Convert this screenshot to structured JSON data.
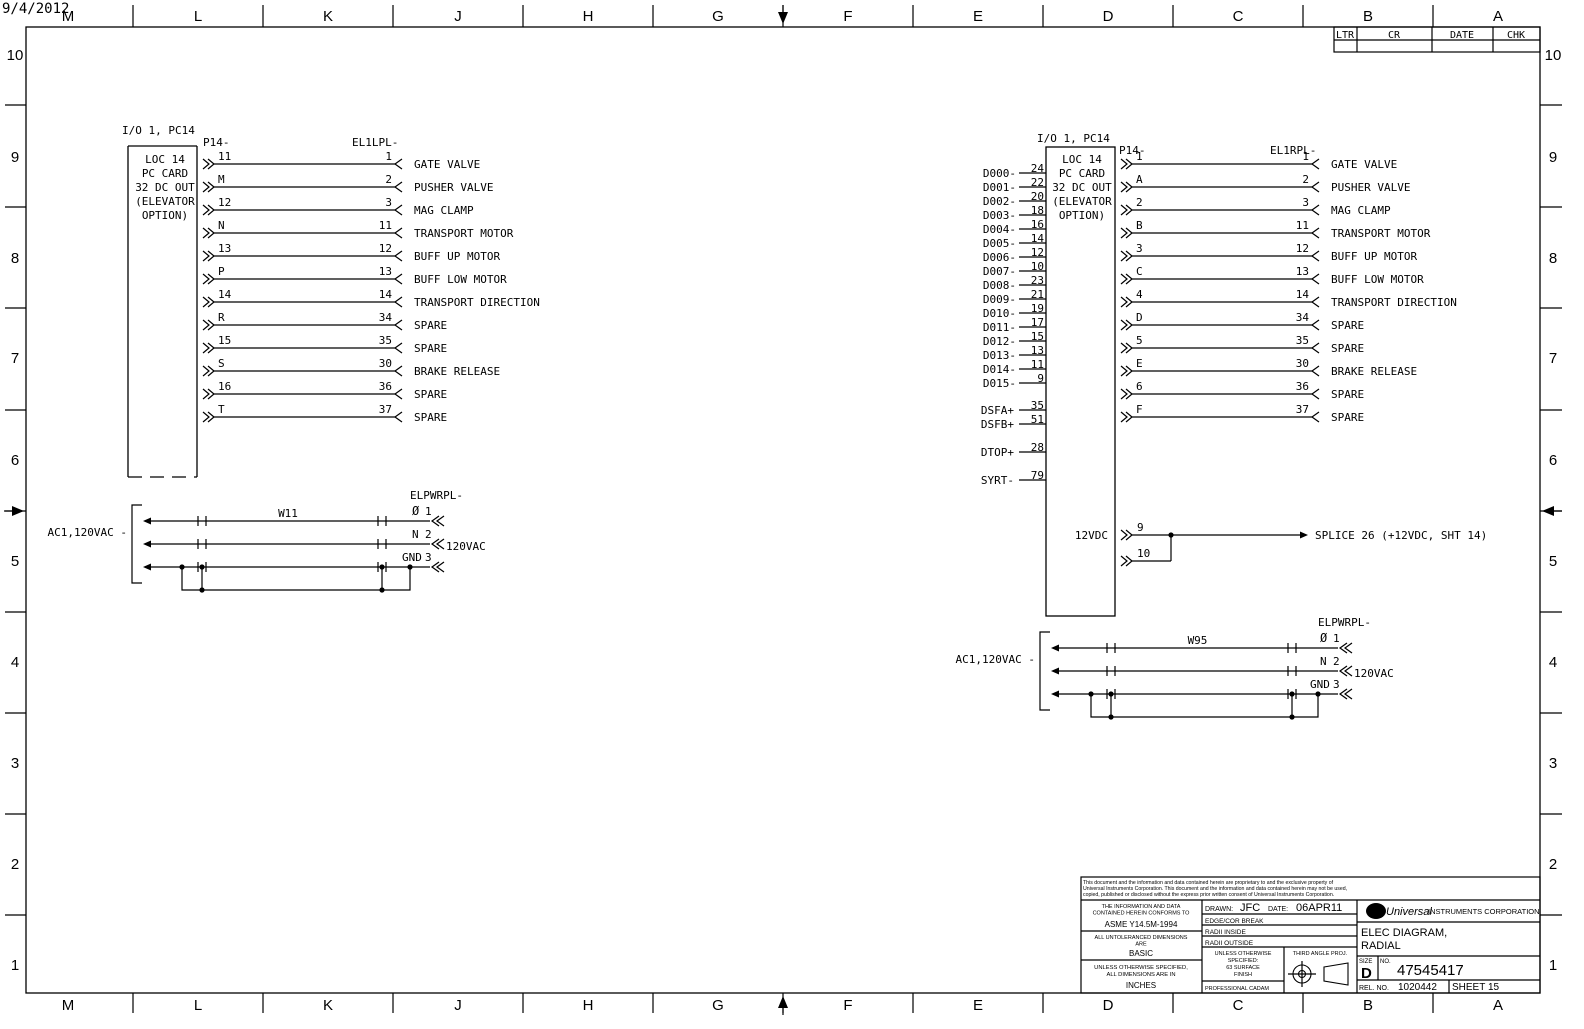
{
  "print_date": "9/4/2012",
  "columns": [
    "M",
    "L",
    "K",
    "J",
    "H",
    "G",
    "F",
    "E",
    "D",
    "C",
    "B",
    "A"
  ],
  "rows": [
    "10",
    "9",
    "8",
    "7",
    "6",
    "5",
    "4",
    "3",
    "2",
    "1"
  ],
  "revision_block": {
    "headers": [
      "LTR",
      "CR",
      "DATE",
      "CHK"
    ]
  },
  "left_block": {
    "card_title": "I/O 1, PC14",
    "card_text": [
      "LOC 14",
      "PC CARD",
      "32 DC OUT",
      "(ELEVATOR",
      "OPTION)"
    ],
    "connector_in": "P14-",
    "connector_out": "EL1LPL-",
    "pins": [
      {
        "in": "11",
        "out": "1",
        "label": "GATE VALVE"
      },
      {
        "in": "M",
        "out": "2",
        "label": "PUSHER VALVE"
      },
      {
        "in": "12",
        "out": "3",
        "label": "MAG CLAMP"
      },
      {
        "in": "N",
        "out": "11",
        "label": "TRANSPORT MOTOR"
      },
      {
        "in": "13",
        "out": "12",
        "label": "BUFF UP MOTOR"
      },
      {
        "in": "P",
        "out": "13",
        "label": "BUFF LOW MOTOR"
      },
      {
        "in": "14",
        "out": "14",
        "label": "TRANSPORT DIRECTION"
      },
      {
        "in": "R",
        "out": "34",
        "label": "SPARE"
      },
      {
        "in": "15",
        "out": "35",
        "label": "SPARE"
      },
      {
        "in": "S",
        "out": "30",
        "label": "BRAKE RELEASE"
      },
      {
        "in": "16",
        "out": "36",
        "label": "SPARE"
      },
      {
        "in": "T",
        "out": "37",
        "label": "SPARE"
      }
    ],
    "power": {
      "source": "AC1,120VAC",
      "cable": "W11",
      "connector": "ELPWRPL-",
      "phase_symbol": "Ø",
      "pin1": "1",
      "n_label": "N",
      "pin2": "2",
      "voltage": "120VAC",
      "gnd_label": "GND",
      "pin3": "3"
    }
  },
  "right_block": {
    "card_title": "I/O 1, PC14",
    "card_text": [
      "LOC 14",
      "PC CARD",
      "32 DC OUT",
      "(ELEVATOR",
      "OPTION)"
    ],
    "connector_in": "P14-",
    "connector_out": "EL1RPL-",
    "signals": [
      {
        "name": "D000-",
        "pin": "24"
      },
      {
        "name": "D001-",
        "pin": "22"
      },
      {
        "name": "D002-",
        "pin": "20"
      },
      {
        "name": "D003-",
        "pin": "18"
      },
      {
        "name": "D004-",
        "pin": "16"
      },
      {
        "name": "D005-",
        "pin": "14"
      },
      {
        "name": "D006-",
        "pin": "12"
      },
      {
        "name": "D007-",
        "pin": "10"
      },
      {
        "name": "D008-",
        "pin": "23"
      },
      {
        "name": "D009-",
        "pin": "21"
      },
      {
        "name": "D010-",
        "pin": "19"
      },
      {
        "name": "D011-",
        "pin": "17"
      },
      {
        "name": "D012-",
        "pin": "15"
      },
      {
        "name": "D013-",
        "pin": "13"
      },
      {
        "name": "D014-",
        "pin": "11"
      },
      {
        "name": "D015-",
        "pin": "9"
      }
    ],
    "extra_signals": [
      {
        "name": "DSFA+",
        "pin": "35"
      },
      {
        "name": "DSFB+",
        "pin": "51"
      },
      {
        "name": "DTOP+",
        "pin": "28"
      },
      {
        "name": "SYRT-",
        "pin": "79"
      }
    ],
    "pins": [
      {
        "in": "1",
        "out": "1",
        "label": "GATE VALVE"
      },
      {
        "in": "A",
        "out": "2",
        "label": "PUSHER VALVE"
      },
      {
        "in": "2",
        "out": "3",
        "label": "MAG CLAMP"
      },
      {
        "in": "B",
        "out": "11",
        "label": "TRANSPORT MOTOR"
      },
      {
        "in": "3",
        "out": "12",
        "label": "BUFF UP MOTOR"
      },
      {
        "in": "C",
        "out": "13",
        "label": "BUFF LOW MOTOR"
      },
      {
        "in": "4",
        "out": "14",
        "label": "TRANSPORT DIRECTION"
      },
      {
        "in": "D",
        "out": "34",
        "label": "SPARE"
      },
      {
        "in": "5",
        "out": "35",
        "label": "SPARE"
      },
      {
        "in": "E",
        "out": "30",
        "label": "BRAKE RELEASE"
      },
      {
        "in": "6",
        "out": "36",
        "label": "SPARE"
      },
      {
        "in": "F",
        "out": "37",
        "label": "SPARE"
      }
    ],
    "supply": {
      "label": "12VDC",
      "pin_a": "9",
      "pin_b": "10",
      "splice": "SPLICE 26 (+12VDC, SHT 14)"
    },
    "power": {
      "source": "AC1,120VAC",
      "cable": "W95",
      "connector": "ELPWRPL-",
      "phase_symbol": "Ø",
      "pin1": "1",
      "n_label": "N",
      "pin2": "2",
      "voltage": "120VAC",
      "gnd_label": "GND",
      "pin3": "3"
    }
  },
  "title_block": {
    "notice": [
      "This document and the information and data contained herein are proprietary to and the exclusive property of",
      "Universal Instruments Corporation. This document and the information and data contained herein may not be used,",
      "copied, published or disclosed without the express prior written consent of Universal Instruments Corporation."
    ],
    "conform_text": [
      "THE INFORMATION AND DATA",
      "CONTAINED HEREIN CONFORMS TO"
    ],
    "standard": "ASME Y14.5M-1994",
    "untol_text": [
      "ALL UNTOLERANCED DIMENSIONS",
      "ARE"
    ],
    "basic": "BASIC",
    "dims_text": [
      "UNLESS OTHERWISE SPECIFIED,",
      "ALL DIMENSIONS ARE IN"
    ],
    "units": "INCHES",
    "drawn_label": "DRAWN:",
    "drawn_by": "JFC",
    "date_label": "DATE:",
    "date": "06APR11",
    "edge": "EDGE/COR BREAK",
    "radii_inside": "RADII INSIDE",
    "radii_outside": "RADII OUTSIDE",
    "finish_text": [
      "UNLESS OTHERWISE",
      "SPECIFIED:",
      "63 SURFACE",
      "FINISH"
    ],
    "angle_proj": "THIRD ANGLE PROJ.",
    "cadam": "PROFESSIONAL CADAM",
    "company_logo": "Universal",
    "company": "INSTRUMENTS CORPORATION",
    "title": [
      "ELEC DIAGRAM,",
      "RADIAL"
    ],
    "size_label": "SIZE",
    "size": "D",
    "no_label": "NO.",
    "drawing_no": "47545417",
    "rel_label": "REL. NO.",
    "rel_no": "1020442",
    "sheet": "SHEET 15"
  }
}
